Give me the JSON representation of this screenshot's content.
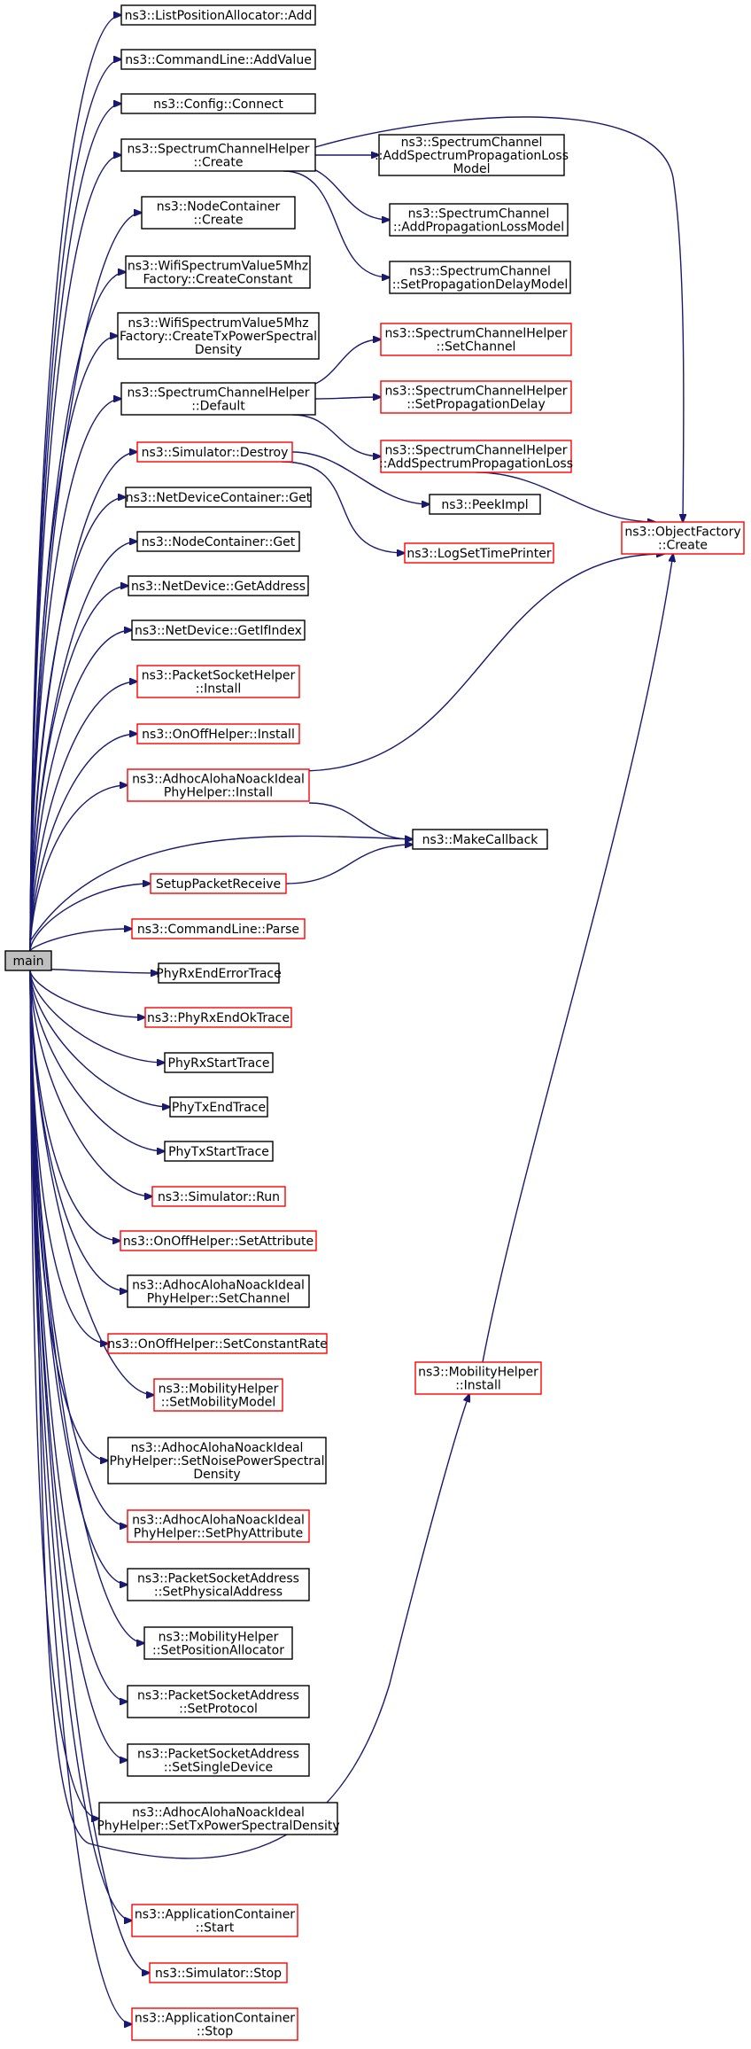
{
  "graph": {
    "edge_color": "#191970",
    "root": {
      "id": "main",
      "lines": [
        "main"
      ],
      "style": "root"
    },
    "nodes": [
      {
        "id": "n1",
        "lines": [
          "ns3::ListPositionAllocator::Add"
        ],
        "style": "black"
      },
      {
        "id": "n2",
        "lines": [
          "ns3::CommandLine::AddValue"
        ],
        "style": "black"
      },
      {
        "id": "n3",
        "lines": [
          "ns3::Config::Connect"
        ],
        "style": "black"
      },
      {
        "id": "n4",
        "lines": [
          "ns3::SpectrumChannelHelper",
          "::Create"
        ],
        "style": "black"
      },
      {
        "id": "n5",
        "lines": [
          "ns3::NodeContainer",
          "::Create"
        ],
        "style": "black"
      },
      {
        "id": "n6",
        "lines": [
          "ns3::WifiSpectrumValue5Mhz",
          "Factory::CreateConstant"
        ],
        "style": "black"
      },
      {
        "id": "n7",
        "lines": [
          "ns3::WifiSpectrumValue5Mhz",
          "Factory::CreateTxPowerSpectral",
          "Density"
        ],
        "style": "black"
      },
      {
        "id": "n8",
        "lines": [
          "ns3::SpectrumChannelHelper",
          "::Default"
        ],
        "style": "black"
      },
      {
        "id": "n9",
        "lines": [
          "ns3::Simulator::Destroy"
        ],
        "style": "red"
      },
      {
        "id": "n10",
        "lines": [
          "ns3::NetDeviceContainer::Get"
        ],
        "style": "black"
      },
      {
        "id": "n11",
        "lines": [
          "ns3::NodeContainer::Get"
        ],
        "style": "black"
      },
      {
        "id": "n12",
        "lines": [
          "ns3::NetDevice::GetAddress"
        ],
        "style": "black"
      },
      {
        "id": "n13",
        "lines": [
          "ns3::NetDevice::GetIfIndex"
        ],
        "style": "black"
      },
      {
        "id": "n14",
        "lines": [
          "ns3::PacketSocketHelper",
          "::Install"
        ],
        "style": "red"
      },
      {
        "id": "n15",
        "lines": [
          "ns3::OnOffHelper::Install"
        ],
        "style": "red"
      },
      {
        "id": "n16",
        "lines": [
          "ns3::AdhocAlohaNoackIdeal",
          "PhyHelper::Install"
        ],
        "style": "red"
      },
      {
        "id": "n17",
        "lines": [
          "SetupPacketReceive"
        ],
        "style": "red"
      },
      {
        "id": "n18",
        "lines": [
          "ns3::CommandLine::Parse"
        ],
        "style": "red"
      },
      {
        "id": "n19",
        "lines": [
          "PhyRxEndErrorTrace"
        ],
        "style": "black"
      },
      {
        "id": "n20",
        "lines": [
          "ns3::PhyRxEndOkTrace"
        ],
        "style": "red"
      },
      {
        "id": "n21",
        "lines": [
          "PhyRxStartTrace"
        ],
        "style": "black"
      },
      {
        "id": "n22",
        "lines": [
          "PhyTxEndTrace"
        ],
        "style": "black"
      },
      {
        "id": "n23",
        "lines": [
          "PhyTxStartTrace"
        ],
        "style": "black"
      },
      {
        "id": "n24",
        "lines": [
          "ns3::Simulator::Run"
        ],
        "style": "red"
      },
      {
        "id": "n25",
        "lines": [
          "ns3::OnOffHelper::SetAttribute"
        ],
        "style": "red"
      },
      {
        "id": "n26",
        "lines": [
          "ns3::AdhocAlohaNoackIdeal",
          "PhyHelper::SetChannel"
        ],
        "style": "black"
      },
      {
        "id": "n27",
        "lines": [
          "ns3::OnOffHelper::SetConstantRate"
        ],
        "style": "red"
      },
      {
        "id": "n28",
        "lines": [
          "ns3::MobilityHelper",
          "::SetMobilityModel"
        ],
        "style": "red"
      },
      {
        "id": "n29",
        "lines": [
          "ns3::AdhocAlohaNoackIdeal",
          "PhyHelper::SetNoisePowerSpectral",
          "Density"
        ],
        "style": "black"
      },
      {
        "id": "n30",
        "lines": [
          "ns3::AdhocAlohaNoackIdeal",
          "PhyHelper::SetPhyAttribute"
        ],
        "style": "red"
      },
      {
        "id": "n31",
        "lines": [
          "ns3::PacketSocketAddress",
          "::SetPhysicalAddress"
        ],
        "style": "black"
      },
      {
        "id": "n32",
        "lines": [
          "ns3::MobilityHelper",
          "::SetPositionAllocator"
        ],
        "style": "black"
      },
      {
        "id": "n33",
        "lines": [
          "ns3::PacketSocketAddress",
          "::SetProtocol"
        ],
        "style": "black"
      },
      {
        "id": "n34",
        "lines": [
          "ns3::PacketSocketAddress",
          "::SetSingleDevice"
        ],
        "style": "black"
      },
      {
        "id": "n35",
        "lines": [
          "ns3::AdhocAlohaNoackIdeal",
          "PhyHelper::SetTxPowerSpectralDensity"
        ],
        "style": "black"
      },
      {
        "id": "n36",
        "lines": [
          "ns3::ApplicationContainer",
          "::Start"
        ],
        "style": "red"
      },
      {
        "id": "n37",
        "lines": [
          "ns3::Simulator::Stop"
        ],
        "style": "red"
      },
      {
        "id": "n38",
        "lines": [
          "ns3::ApplicationContainer",
          "::Stop"
        ],
        "style": "red"
      },
      {
        "id": "m1",
        "lines": [
          "ns3::SpectrumChannel",
          "::AddSpectrumPropagationLoss",
          "Model"
        ],
        "style": "black"
      },
      {
        "id": "m2",
        "lines": [
          "ns3::SpectrumChannel",
          "::AddPropagationLossModel"
        ],
        "style": "black"
      },
      {
        "id": "m3",
        "lines": [
          "ns3::SpectrumChannel",
          "::SetPropagationDelayModel"
        ],
        "style": "black"
      },
      {
        "id": "m4",
        "lines": [
          "ns3::SpectrumChannelHelper",
          "::SetChannel"
        ],
        "style": "red"
      },
      {
        "id": "m5",
        "lines": [
          "ns3::SpectrumChannelHelper",
          "::SetPropagationDelay"
        ],
        "style": "red"
      },
      {
        "id": "m6",
        "lines": [
          "ns3::SpectrumChannelHelper",
          "::AddSpectrumPropagationLoss"
        ],
        "style": "red"
      },
      {
        "id": "m7",
        "lines": [
          "ns3::PeekImpl"
        ],
        "style": "black"
      },
      {
        "id": "m8",
        "lines": [
          "ns3::LogSetTimePrinter"
        ],
        "style": "red"
      },
      {
        "id": "m9",
        "lines": [
          "ns3::MakeCallback"
        ],
        "style": "black"
      },
      {
        "id": "m10",
        "lines": [
          "ns3::MobilityHelper",
          "::Install"
        ],
        "style": "red"
      },
      {
        "id": "m11",
        "lines": [
          "ns3::ObjectFactory",
          "::Create"
        ],
        "style": "red"
      }
    ]
  }
}
